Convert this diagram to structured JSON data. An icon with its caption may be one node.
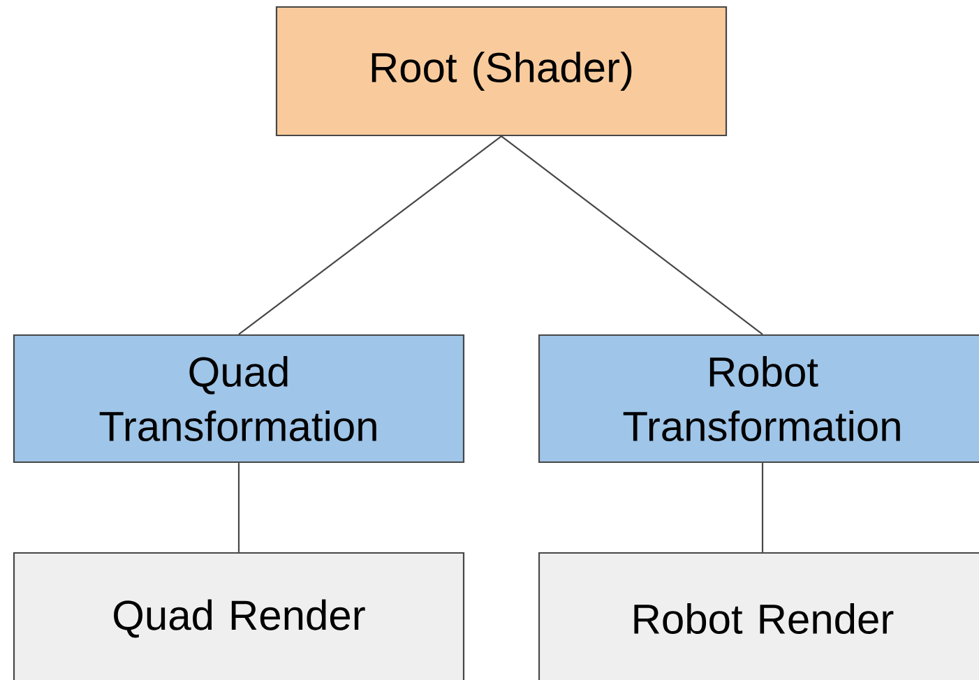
{
  "diagram": {
    "nodes": [
      {
        "text": [
          "Root (Shader)"
        ]
      },
      {
        "text": [
          "Quad Transformation"
        ]
      },
      {
        "text": [
          "Robot Transformation"
        ]
      },
      {
        "text": [
          "Quad Render"
        ]
      },
      {
        "text": [
          "Robot Render"
        ]
      }
    ],
    "edges": [
      {
        "from": 0,
        "to": 1,
        "arrow": "none"
      },
      {
        "from": 0,
        "to": 2,
        "arrow": "none"
      },
      {
        "from": 1,
        "to": 3,
        "arrow": "none"
      },
      {
        "from": 2,
        "to": 4,
        "arrow": "none"
      }
    ]
  }
}
